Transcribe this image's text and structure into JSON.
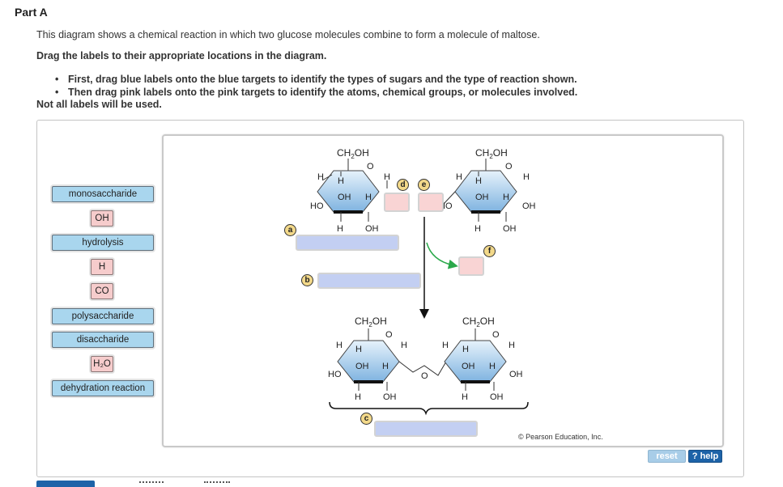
{
  "header": {
    "part_title": "Part A"
  },
  "question": {
    "description": "This diagram shows a chemical reaction in which two glucose molecules combine to form a molecule of maltose.",
    "instruction": "Drag the labels to their appropriate locations in the diagram.",
    "bullets": [
      "First, drag blue labels onto the blue targets to identify the types of sugars and the type of reaction shown.",
      "Then drag pink labels onto the pink targets to identify the atoms, chemical groups, or molecules involved."
    ],
    "note": "Not all labels will be used."
  },
  "labels": [
    {
      "text": "monosaccharide",
      "color": "blue"
    },
    {
      "text": "OH",
      "color": "pink"
    },
    {
      "text": "hydrolysis",
      "color": "blue"
    },
    {
      "text": "H",
      "color": "pink"
    },
    {
      "text": "CO",
      "color": "pink"
    },
    {
      "text": "polysaccharide",
      "color": "blue"
    },
    {
      "text": "disaccharide",
      "color": "blue"
    },
    {
      "text": "H₂O",
      "color": "pink"
    },
    {
      "text": "dehydration reaction",
      "color": "blue"
    }
  ],
  "target_letters": {
    "a": "a",
    "b": "b",
    "c": "c",
    "d": "d",
    "e": "e",
    "f": "f"
  },
  "molecule_text": {
    "ch2oh": "CH",
    "sub2": "2",
    "oh_suffix": "OH",
    "ring_o": "O",
    "h": "H",
    "oh": "OH",
    "ho": "HO",
    "glycosidic_o": "O"
  },
  "copyright": "© Pearson Education, Inc.",
  "controls": {
    "reset": "reset",
    "help": "? help"
  },
  "colors": {
    "blue_label": "#a9d6ee",
    "pink_label": "#f6cccc",
    "blue_target": "#c3cff2",
    "pink_target": "#f9d4d4",
    "letter_badge": "#f3d98a",
    "ring_fill": "#9ec8ea",
    "arrow_green": "#2aa84a",
    "help_button": "#1d63a8"
  }
}
